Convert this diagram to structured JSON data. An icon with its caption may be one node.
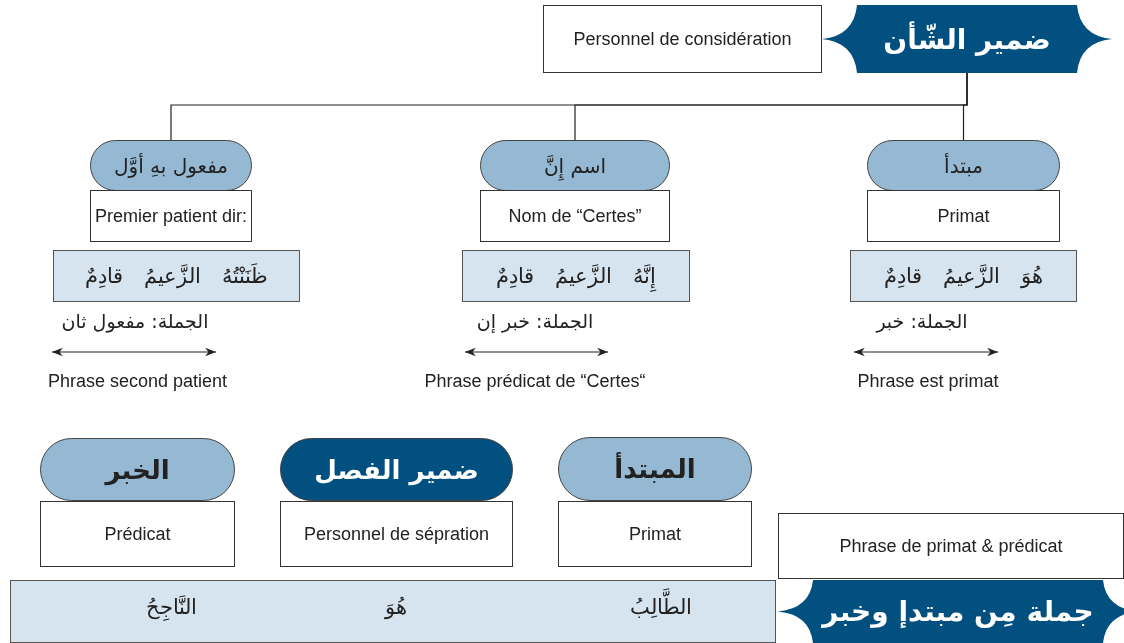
{
  "diagram": {
    "nodes": [
      {
        "text": [
          "Personnel de considération"
        ]
      },
      {
        "text": [
          "ضمير الشّأن"
        ]
      },
      {
        "text": [
          "مفعول بهِ أوَّل"
        ]
      },
      {
        "text": [
          "Premier patient dir:"
        ]
      },
      {
        "text": [
          "ظَنَنْتُهُ الزَّعيمُ قادِمٌ"
        ],
        "beside": [
          "الجملة: مفعول ثان",
          "Phrase second patient"
        ]
      },
      {
        "text": [
          "اسم إِنَّ"
        ]
      },
      {
        "text": [
          "Nom de “Certes”"
        ]
      },
      {
        "text": [
          "إِنَّهُ الزَّعيمُ قادِمٌ"
        ],
        "beside": [
          "الجملة: خبر إن",
          "Phrase prédicat de “Certes“"
        ]
      },
      {
        "text": [
          "مبتدأ"
        ]
      },
      {
        "text": [
          "Primat"
        ]
      },
      {
        "text": [
          "هُوَ الزَّعيمُ قادِمٌ"
        ],
        "beside": [
          "الجملة: خبر",
          "Phrase est primat"
        ]
      },
      {
        "text": [
          "الخبر"
        ]
      },
      {
        "text": [
          "Prédicat"
        ]
      },
      {
        "text": [
          "ضمير الفصل"
        ]
      },
      {
        "text": [
          "Personnel de sépration"
        ]
      },
      {
        "text": [
          "المبتدأ"
        ]
      },
      {
        "text": [
          "Primat"
        ]
      },
      {
        "text": [
          "Phrase de primat & prédicat"
        ]
      },
      {
        "text": [
          "الطَّالِبُ",
          "هُوَ",
          "النَّاجِحُ"
        ]
      },
      {
        "text": [
          "جملة مِن مبتدإ وخبر"
        ]
      }
    ],
    "edges": [
      {
        "from": 1,
        "to": 2,
        "arrow": "none"
      },
      {
        "from": 1,
        "to": 5,
        "arrow": "none"
      },
      {
        "from": 1,
        "to": 8,
        "arrow": "none"
      }
    ]
  }
}
